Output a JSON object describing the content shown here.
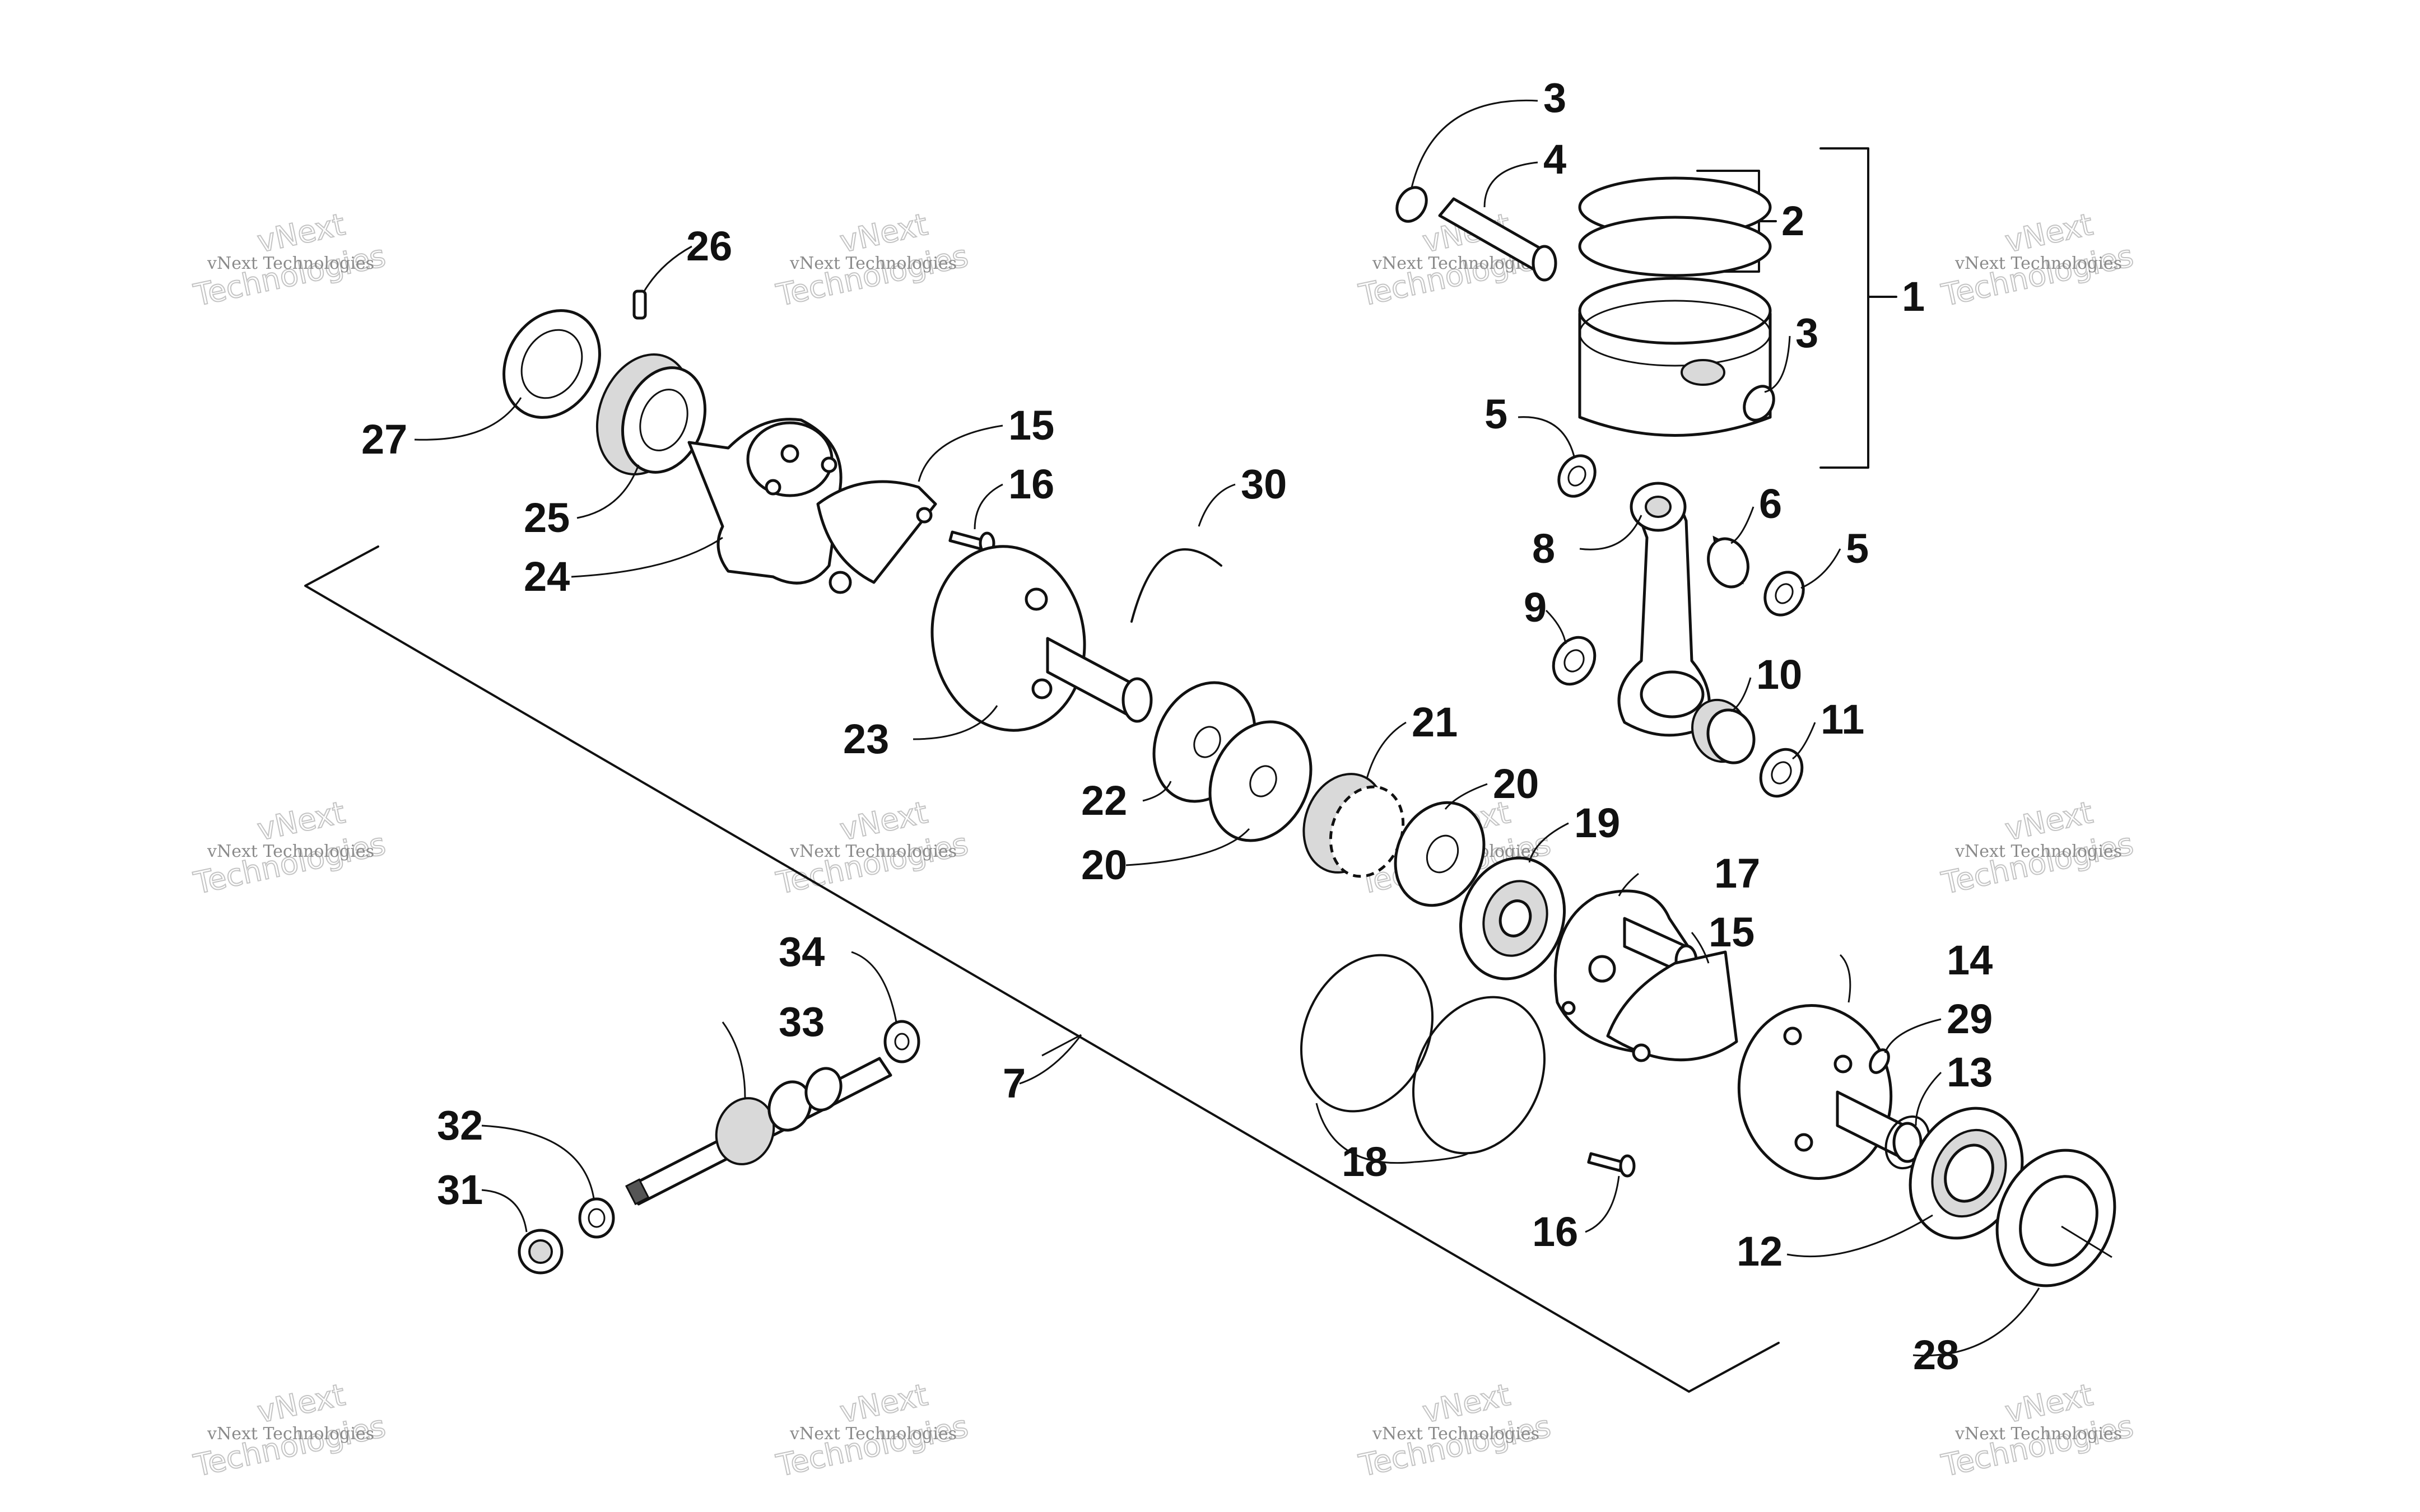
{
  "parts": [
    {
      "label": "1"
    },
    {
      "label": "2"
    },
    {
      "label": "3"
    },
    {
      "label": "3"
    },
    {
      "label": "4"
    },
    {
      "label": "5"
    },
    {
      "label": "5"
    },
    {
      "label": "6"
    },
    {
      "label": "7"
    },
    {
      "label": "8"
    },
    {
      "label": "9"
    },
    {
      "label": "10"
    },
    {
      "label": "11"
    },
    {
      "label": "12"
    },
    {
      "label": "13"
    },
    {
      "label": "14"
    },
    {
      "label": "15"
    },
    {
      "label": "15"
    },
    {
      "label": "16"
    },
    {
      "label": "16"
    },
    {
      "label": "17"
    },
    {
      "label": "18"
    },
    {
      "label": "19"
    },
    {
      "label": "20"
    },
    {
      "label": "20"
    },
    {
      "label": "21"
    },
    {
      "label": "22"
    },
    {
      "label": "23"
    },
    {
      "label": "24"
    },
    {
      "label": "25"
    },
    {
      "label": "26"
    },
    {
      "label": "27"
    },
    {
      "label": "28"
    },
    {
      "label": "29"
    },
    {
      "label": "30"
    },
    {
      "label": "31"
    },
    {
      "label": "32"
    },
    {
      "label": "33"
    },
    {
      "label": "34"
    }
  ],
  "watermark": {
    "line1": "vNext Technologies",
    "line2": "Technologies",
    "line3": "vNext"
  }
}
